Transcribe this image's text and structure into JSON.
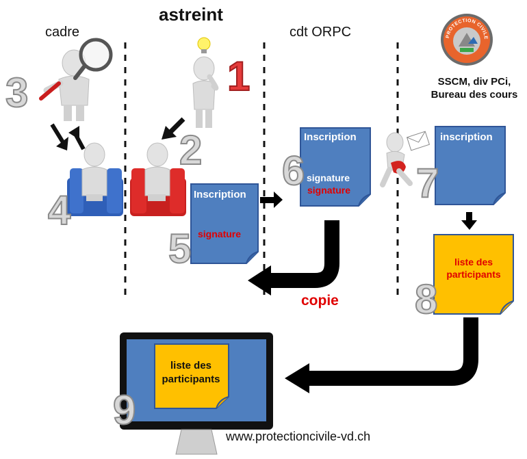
{
  "header": {
    "title": "astreint",
    "col_cadre": "cadre",
    "col_cdt": "cdt ORPC",
    "col_sscm": "SSCM, div PCi, Bureau des cours"
  },
  "logo": {
    "arc_text": "PROTECTION CIVILE"
  },
  "steps": [
    "1",
    "2",
    "3",
    "4",
    "5",
    "6",
    "7",
    "8",
    "9"
  ],
  "doc5": {
    "title": "Inscription",
    "signature": "signature"
  },
  "doc6": {
    "title": "Inscription",
    "signature_1": "signature",
    "signature_2": "signature"
  },
  "doc7": {
    "title": "inscription"
  },
  "doc8": {
    "text": "liste des participants"
  },
  "screen": {
    "text": "liste des participants"
  },
  "copie_label": "copie",
  "url": "www.protectioncivile-vd.ch",
  "colors": {
    "doc_blue": "#4f7fbf",
    "doc_border": "#2f5597",
    "list_yellow": "#ffc000",
    "signature_red": "#e00000",
    "arrow_black": "#000000"
  }
}
